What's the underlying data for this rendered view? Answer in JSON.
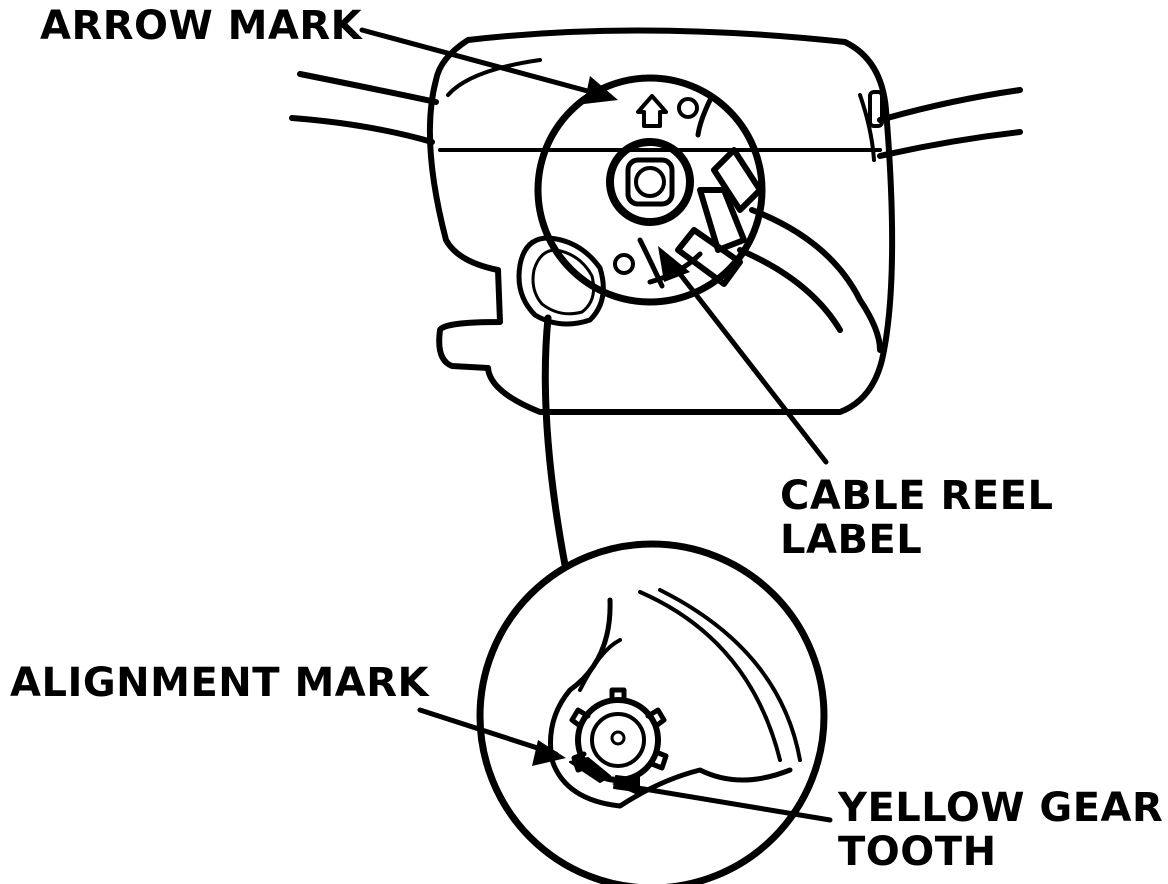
{
  "labels": {
    "arrow_mark": "ARROW MARK",
    "cable_reel_label": [
      "CABLE REEL",
      "LABEL"
    ],
    "alignment_mark": "ALIGNMENT MARK",
    "yellow_gear_tooth": [
      "YELLOW GEAR",
      "TOOTH"
    ]
  },
  "colors": {
    "ink": "#000000",
    "paper": "#ffffff"
  }
}
